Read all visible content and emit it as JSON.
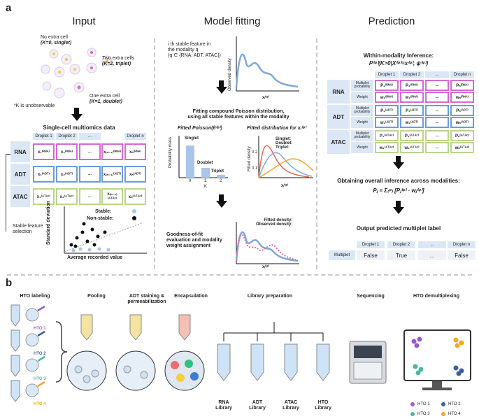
{
  "panel_a": {
    "letter": "a",
    "input": {
      "title": "Input",
      "cell_labels": {
        "singlet": [
          "No extra cell",
          "(K=0, singlet)"
        ],
        "triplet": [
          "Two extra cells",
          "(K=2, triplet)"
        ],
        "doublet": [
          "One extra cell",
          "(K=1, doublet)"
        ],
        "unobservable": "*K is unobservable"
      },
      "matrix_title": "Single-cell multiomics data",
      "matrix_headers": [
        "Droplet 1",
        "Droplet 2",
        "...",
        "Droplet n"
      ],
      "matrix_rows": [
        {
          "label": "RNA",
          "cells": [
            "x₁⁽ᴿᴺᴬ⁾",
            "x₂⁽ᴿᴺᴬ⁾",
            "...",
            "x₍ₙ₋₁₎⁽ᴿᴺᴬ⁾",
            "xₙ⁽ᴿᴺᴬ⁾"
          ],
          "color": "#d46ad1"
        },
        {
          "label": "ADT",
          "cells": [
            "x₁⁽ᴬᴰᵀ⁾",
            "x₂⁽ᴬᴰᵀ⁾",
            "...",
            "x₍ₙ₋₁₎⁽ᴬᴰᵀ⁾",
            "xₙ⁽ᴬᴰᵀ⁾"
          ],
          "color": "#6d9be0"
        },
        {
          "label": "ATAC",
          "cells": [
            "x₁⁽ᴬᵀᴬᶜ⁾",
            "x₂⁽ᴬᵀᴬᶜ⁾",
            "...",
            "x₍ₙ₋₁₎⁽ᴬᵀᴬᶜ⁾",
            "xₙ⁽ᴬᵀᴬᶜ⁾"
          ],
          "color": "#b9d68a"
        }
      ],
      "stable_selection": [
        "Stable feature",
        "selection"
      ],
      "scatter": {
        "ylabel": "Standard deviation",
        "xlabel": "Average recorded value",
        "legend_stable": "Stable:",
        "legend_nonstable": "Non-stable:"
      }
    },
    "model": {
      "title": "Model fitting",
      "feature_text": [
        "i th stable feature in",
        "the modality q",
        "(q ∈ {RNA, ADT, ATAC})"
      ],
      "obs_density": "Observed density",
      "xi_q": "xᵢ⁽ᵠ⁾",
      "fitting_text": [
        "Fitting compound Poisson distribution,",
        "using all stable features within the modality"
      ],
      "fitted_poisson": "Fitted Poisson(θ⁽ᵠ⁾)",
      "fitted_dist": "Fitted distribution for xᵢ⁽ᵠ⁾",
      "prob_mass": "Probability mass",
      "K": "K",
      "bars": {
        "singlet": "Singlet",
        "doublet": "Doublet",
        "triplet": "Triplet"
      },
      "bar_ticks": [
        "0",
        "1",
        "2"
      ],
      "fitted_density": "Fitted density",
      "dens_ticks": [
        "0.1",
        "0.2"
      ],
      "dist_legend": [
        "Singlet:",
        "Doublet:",
        "Triplet:"
      ],
      "gof_text": [
        "Goodness-of-fit",
        "evaluation and modality",
        "weight assignment"
      ],
      "gof_legend": [
        "Fitted density:",
        "Observed density:"
      ]
    },
    "prediction": {
      "title": "Prediction",
      "within_title": "Within-modality Inference:",
      "within_formula": "P⁽ᵠ⁾(K>0|X⁽ᵠ⁾=x⁽ᵠ⁾, ψ⁽ᵠ⁾)",
      "headers": [
        "Droplet 1",
        "Droplet 2",
        "...",
        "Droplet n"
      ],
      "rows": [
        {
          "label": "RNA",
          "sub": [
            "Multiplet probability",
            "Weight"
          ],
          "cells": [
            [
              "P₁⁽ᴿᴺᴬ⁾",
              "P₂⁽ᴿᴺᴬ⁾",
              "...",
              "Pₙ⁽ᴿᴺᴬ⁾"
            ],
            [
              "w₁⁽ᴿᴺᴬ⁾",
              "w₂⁽ᴿᴺᴬ⁾",
              "...",
              "wₙ⁽ᴿᴺᴬ⁾"
            ]
          ],
          "color": "#d46ad1"
        },
        {
          "label": "ADT",
          "sub": [
            "Multiplet probability",
            "Weight"
          ],
          "cells": [
            [
              "P₁⁽ᴬᴰᵀ⁾",
              "P₂⁽ᴬᴰᵀ⁾",
              "...",
              "Pₙ⁽ᴬᴰᵀ⁾"
            ],
            [
              "w₁⁽ᴬᴰᵀ⁾",
              "w₂⁽ᴬᴰᵀ⁾",
              "...",
              "wₙ⁽ᴬᴰᵀ⁾"
            ]
          ],
          "color": "#6d9be0"
        },
        {
          "label": "ATAC",
          "sub": [
            "Multiplet probability",
            "Weight"
          ],
          "cells": [
            [
              "P₁⁽ᴬᵀᴬᶜ⁾",
              "P₂⁽ᴬᵀᴬᶜ⁾",
              "...",
              "Pₙ⁽ᴬᵀᴬᶜ⁾"
            ],
            [
              "w₁⁽ᴬᵀᴬᶜ⁾",
              "w₂⁽ᴬᵀᴬᶜ⁾",
              "...",
              "wₙ⁽ᴬᵀᴬᶜ⁾"
            ]
          ],
          "color": "#b9d68a"
        }
      ],
      "overall_title": "Obtaining overall inference across modalities:",
      "overall_formula": "Pⱼ = Σ₍ᵠ₎ [Pⱼ⁽ᵠ⁾ · wⱼ⁽ᵠ⁾]",
      "output_title": "Output predicted multiplet label",
      "output_headers": [
        "Droplet 1",
        "Droplet 2",
        "...",
        "Droplet n"
      ],
      "output_row_label": "Multiplet",
      "output_values": [
        "False",
        "True",
        "...",
        "False"
      ]
    }
  },
  "panel_b": {
    "letter": "b",
    "steps": [
      "HTO labeling",
      "Pooling",
      "ADT staining &\npermeabilization",
      "Encapsulation",
      "Library preparation",
      "Sequencing",
      "HTO demultiplexing"
    ],
    "hto_labels": [
      "HTO 1",
      "HTO 2",
      "HTO 3",
      "HTO 4"
    ],
    "libraries": [
      "RNA\nLibrary",
      "ADT\nLibrary",
      "ATAC\nLibrary",
      "HTO\nLibrary"
    ],
    "legend": [
      "HTO 1",
      "HTO 2",
      "HTO 3",
      "HTO 4"
    ],
    "colors": {
      "hto1": "#9b59d0",
      "hto2": "#3e5f9e",
      "hto3": "#4fb7a0",
      "hto4": "#f4a62a"
    }
  }
}
